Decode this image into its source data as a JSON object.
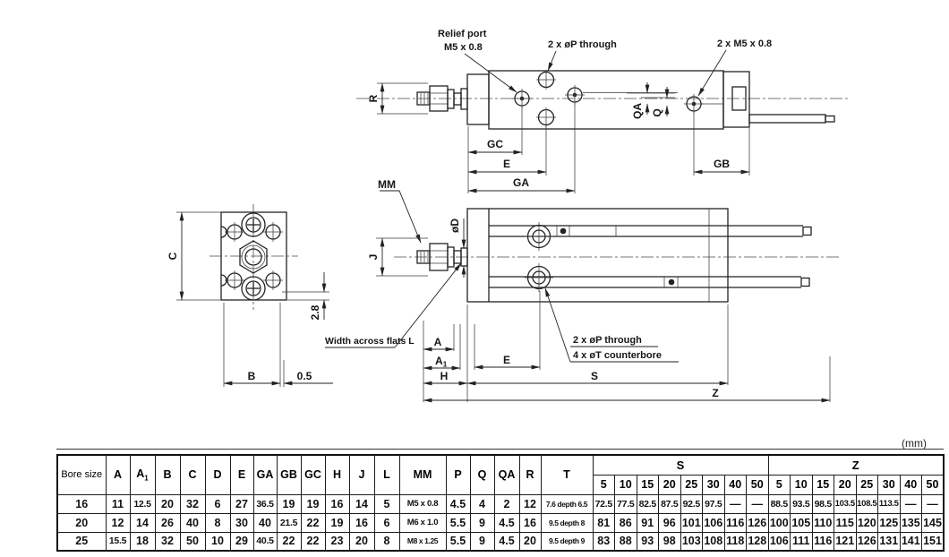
{
  "unit_note": "(mm)",
  "drawing": {
    "labels": {
      "relief_port_1": "Relief port",
      "relief_port_2": "M5 x 0.8",
      "p_through_top": "2 x øP through",
      "m5_ports": "2 x M5 x 0.8",
      "mm": "MM",
      "od": "øD",
      "j": "J",
      "width_flats": "Width across flats L",
      "p_through_bottom": "2 x øP through",
      "t_counterbore": "4 x øT counterbore",
      "r": "R",
      "qa": "QA",
      "q": "Q",
      "gc": "GC",
      "e_top": "E",
      "ga": "GA",
      "gb": "GB",
      "a": "A",
      "a1_main": "A",
      "a1_sub": "1",
      "h": "H",
      "e_mid": "E",
      "s": "S",
      "z": "Z",
      "c": "C",
      "b": "B",
      "half": "0.5",
      "d28": "2.8"
    }
  },
  "table": {
    "col_headers": [
      "Bore size",
      "A",
      "A1",
      "B",
      "C",
      "D",
      "E",
      "GA",
      "GB",
      "GC",
      "H",
      "J",
      "L",
      "MM",
      "P",
      "Q",
      "QA",
      "R",
      "T"
    ],
    "stroke_groups": [
      {
        "label": "S",
        "strokes": [
          "5",
          "10",
          "15",
          "20",
          "25",
          "30",
          "40",
          "50"
        ]
      },
      {
        "label": "Z",
        "strokes": [
          "5",
          "10",
          "15",
          "20",
          "25",
          "30",
          "40",
          "50"
        ]
      }
    ],
    "rows": [
      [
        "16",
        "11",
        "12.5",
        "20",
        "32",
        "6",
        "27",
        "36.5",
        "19",
        "19",
        "16",
        "14",
        "5",
        "M5 x 0.8",
        "4.5",
        "4",
        "2",
        "12",
        "7.6 depth 6.5",
        "72.5",
        "77.5",
        "82.5",
        "87.5",
        "92.5",
        "97.5",
        "—",
        "—",
        "88.5",
        "93.5",
        "98.5",
        "103.5",
        "108.5",
        "113.5",
        "—",
        "—"
      ],
      [
        "20",
        "12",
        "14",
        "26",
        "40",
        "8",
        "30",
        "40",
        "21.5",
        "22",
        "19",
        "16",
        "6",
        "M6 x 1.0",
        "5.5",
        "9",
        "4.5",
        "16",
        "9.5 depth 8",
        "81",
        "86",
        "91",
        "96",
        "101",
        "106",
        "116",
        "126",
        "100",
        "105",
        "110",
        "115",
        "120",
        "125",
        "135",
        "145"
      ],
      [
        "25",
        "15.5",
        "18",
        "32",
        "50",
        "10",
        "29",
        "40.5",
        "22",
        "22",
        "23",
        "20",
        "8",
        "M8 x 1.25",
        "5.5",
        "9",
        "4.5",
        "20",
        "9.5 depth 9",
        "83",
        "88",
        "93",
        "98",
        "103",
        "108",
        "118",
        "128",
        "106",
        "111",
        "116",
        "121",
        "126",
        "131",
        "141",
        "151"
      ]
    ]
  }
}
